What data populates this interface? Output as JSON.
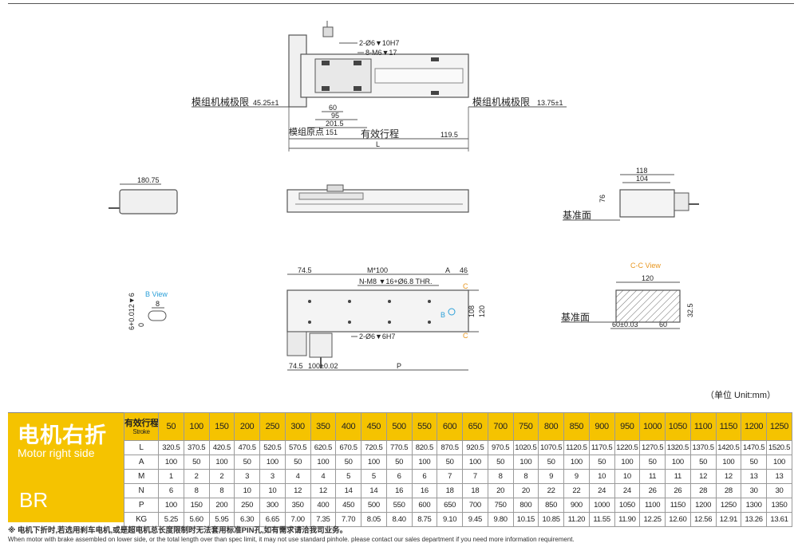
{
  "drawing": {
    "top": {
      "callout1": "2-Ø6▼10H7",
      "callout2": "8-M6▼17",
      "left_limit_label": "模组机械极限",
      "left_limit_value": "45.25±1",
      "right_limit_label": "模组机械极限",
      "right_limit_value": "13.75±1",
      "dim_60": "60",
      "dim_95": "95",
      "dim_201_5": "201.5",
      "origin_label": "模组原点",
      "origin_value": "151",
      "effective_stroke": "有效行程",
      "dim_119_5": "119.5",
      "dim_L": "L"
    },
    "side": {
      "dim_180_75": "180.75"
    },
    "end": {
      "dim_118": "118",
      "dim_104": "104",
      "dim_76": "76",
      "datum": "基准面"
    },
    "bottom": {
      "dim_74_5_top": "74.5",
      "dim_m100": "M*100",
      "dim_A": "A",
      "dim_46": "46",
      "callout_n": "N-M8 ▼16+Ø6.8 THR.",
      "section_c_top": "C",
      "section_c_bottom": "C",
      "dim_108": "108",
      "dim_120": "120",
      "b_marker": "B",
      "callout_pins": "2-Ø6▼6H7",
      "dim_74_5_bottom": "74.5",
      "dim_100": "100±0.02",
      "dim_P": "P"
    },
    "bview": {
      "title": "B View",
      "dim_8": "8",
      "dim_6": "6+0.012▼6",
      "dim_0": "0"
    },
    "cc": {
      "title": "C-C View",
      "dim_120": "120",
      "datum": "基准面",
      "dim_60a": "60±0.03",
      "dim_60b": "60",
      "dim_32_5": "32.5"
    }
  },
  "unit_note": "（单位 Unit:mm）",
  "spec": {
    "title_cn": "电机右折",
    "title_en": "Motor right side",
    "code": "BR",
    "header_cn": "有效行程",
    "header_en": "Stroke",
    "strokes": [
      "50",
      "100",
      "150",
      "200",
      "250",
      "300",
      "350",
      "400",
      "450",
      "500",
      "550",
      "600",
      "650",
      "700",
      "750",
      "800",
      "850",
      "900",
      "950",
      "1000",
      "1050",
      "1100",
      "1150",
      "1200",
      "1250"
    ],
    "rows": [
      {
        "label": "L",
        "values": [
          "320.5",
          "370.5",
          "420.5",
          "470.5",
          "520.5",
          "570.5",
          "620.5",
          "670.5",
          "720.5",
          "770.5",
          "820.5",
          "870.5",
          "920.5",
          "970.5",
          "1020.5",
          "1070.5",
          "1120.5",
          "1170.5",
          "1220.5",
          "1270.5",
          "1320.5",
          "1370.5",
          "1420.5",
          "1470.5",
          "1520.5"
        ]
      },
      {
        "label": "A",
        "values": [
          "100",
          "50",
          "100",
          "50",
          "100",
          "50",
          "100",
          "50",
          "100",
          "50",
          "100",
          "50",
          "100",
          "50",
          "100",
          "50",
          "100",
          "50",
          "100",
          "50",
          "100",
          "50",
          "100",
          "50",
          "100"
        ]
      },
      {
        "label": "M",
        "values": [
          "1",
          "2",
          "2",
          "3",
          "3",
          "4",
          "4",
          "5",
          "5",
          "6",
          "6",
          "7",
          "7",
          "8",
          "8",
          "9",
          "9",
          "10",
          "10",
          "11",
          "11",
          "12",
          "12",
          "13",
          "13"
        ]
      },
      {
        "label": "N",
        "values": [
          "6",
          "8",
          "8",
          "10",
          "10",
          "12",
          "12",
          "14",
          "14",
          "16",
          "16",
          "18",
          "18",
          "20",
          "20",
          "22",
          "22",
          "24",
          "24",
          "26",
          "26",
          "28",
          "28",
          "30",
          "30"
        ]
      },
      {
        "label": "P",
        "values": [
          "100",
          "150",
          "200",
          "250",
          "300",
          "350",
          "400",
          "450",
          "500",
          "550",
          "600",
          "650",
          "700",
          "750",
          "800",
          "850",
          "900",
          "1000",
          "1050",
          "1100",
          "1150",
          "1200",
          "1250",
          "1300",
          "1350"
        ]
      },
      {
        "label": "KG",
        "values": [
          "5.25",
          "5.60",
          "5.95",
          "6.30",
          "6.65",
          "7.00",
          "7.35",
          "7.70",
          "8.05",
          "8.40",
          "8.75",
          "9.10",
          "9.45",
          "9.80",
          "10.15",
          "10.85",
          "11.20",
          "11.55",
          "11.90",
          "12.25",
          "12.60",
          "12.56",
          "12.91",
          "13.26",
          "13.61"
        ]
      }
    ]
  },
  "footnote": {
    "cn": "※ 电机下折时,若选用刹车电机,或是超电机总长度限制时无法套用标准PIN孔,如有需求请洽我司业务。",
    "en": "When motor with brake assembled on lower side, or the total length over than spec limit, it may not use standard pinhole. please contact our sales department if you need more information requirement."
  },
  "colors": {
    "accent": "#f5c300",
    "orange": "#e8961e",
    "blue": "#2a9fd8"
  }
}
